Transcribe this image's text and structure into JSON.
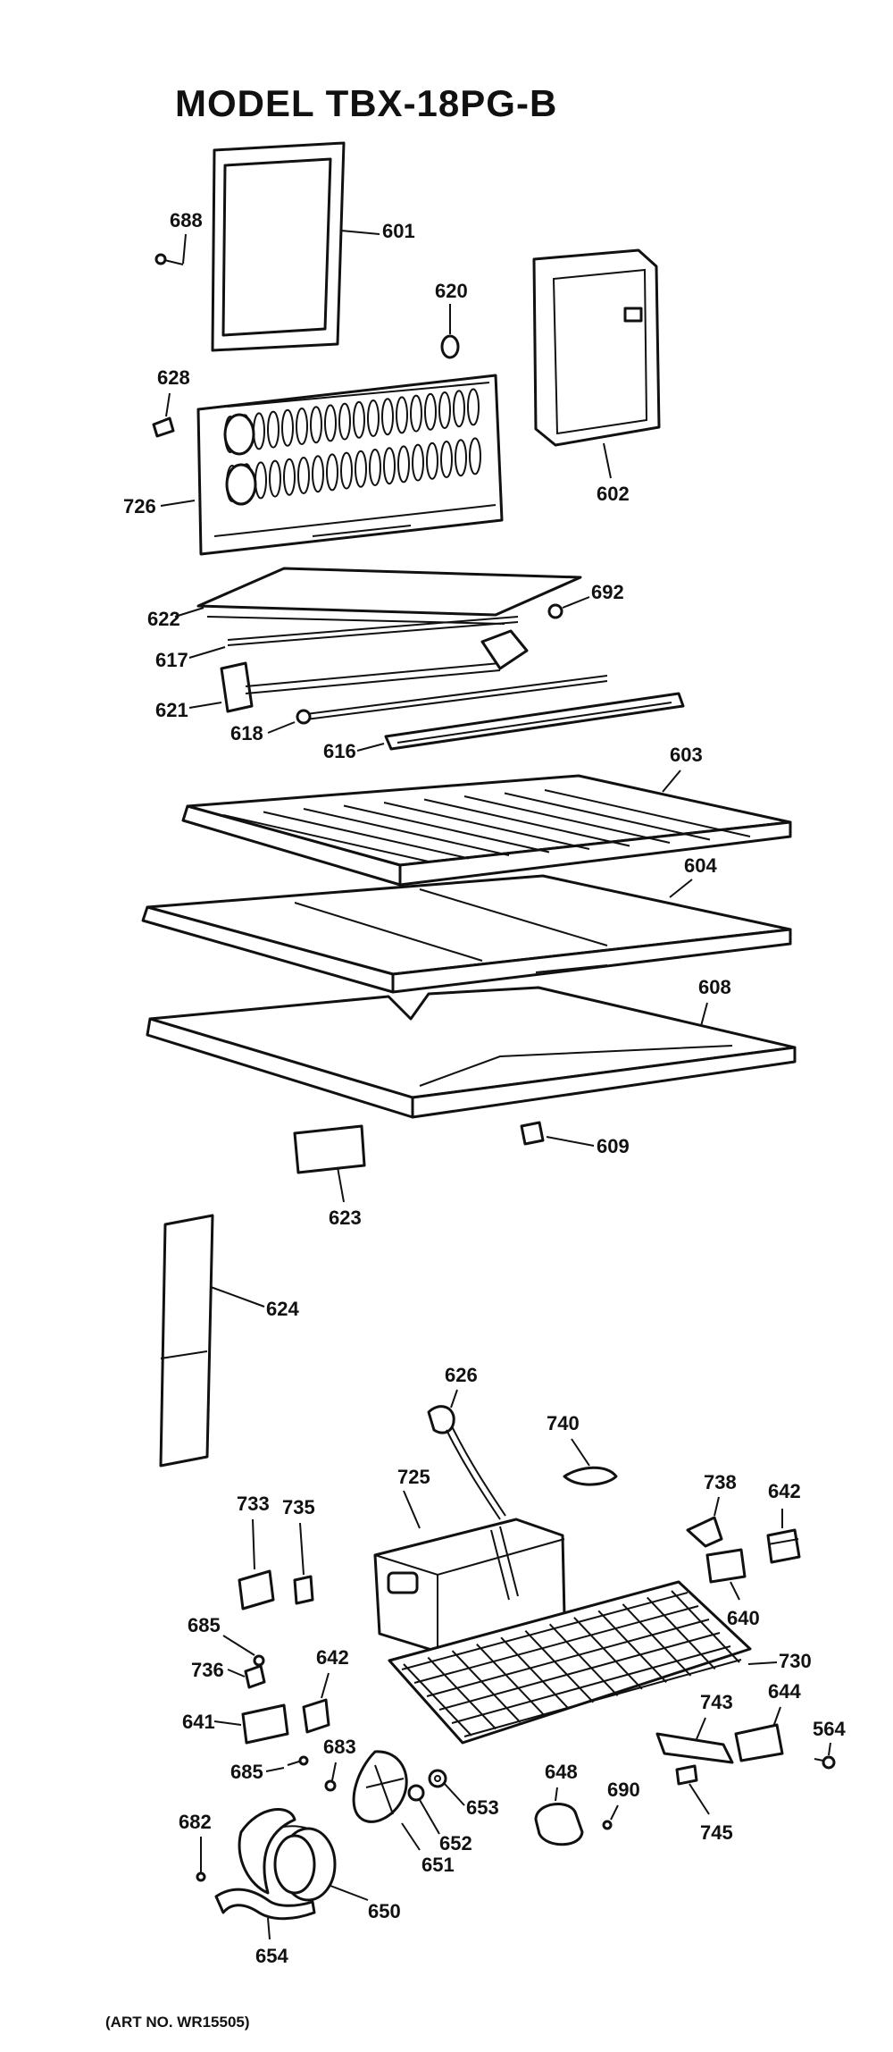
{
  "title": "MODEL TBX-18PG-B",
  "footnote": "(ART NO. WR15505)",
  "parts": {
    "p688": "688",
    "p601": "601",
    "p620": "620",
    "p602": "602",
    "p628": "628",
    "p726": "726",
    "p692": "692",
    "p622": "622",
    "p617": "617",
    "p621": "621",
    "p618": "618",
    "p616": "616",
    "p603": "603",
    "p604": "604",
    "p608": "608",
    "p609": "609",
    "p623": "623",
    "p624": "624",
    "p626": "626",
    "p740": "740",
    "p725": "725",
    "p738": "738",
    "p642a": "642",
    "p733": "733",
    "p735": "735",
    "p640": "640",
    "p685a": "685",
    "p730": "730",
    "p736": "736",
    "p642b": "642",
    "p743": "743",
    "p644": "644",
    "p641": "641",
    "p564": "564",
    "p683": "683",
    "p685b": "685",
    "p648": "648",
    "p690": "690",
    "p653": "653",
    "p682": "682",
    "p652": "652",
    "p745": "745",
    "p651": "651",
    "p650": "650",
    "p654": "654"
  }
}
